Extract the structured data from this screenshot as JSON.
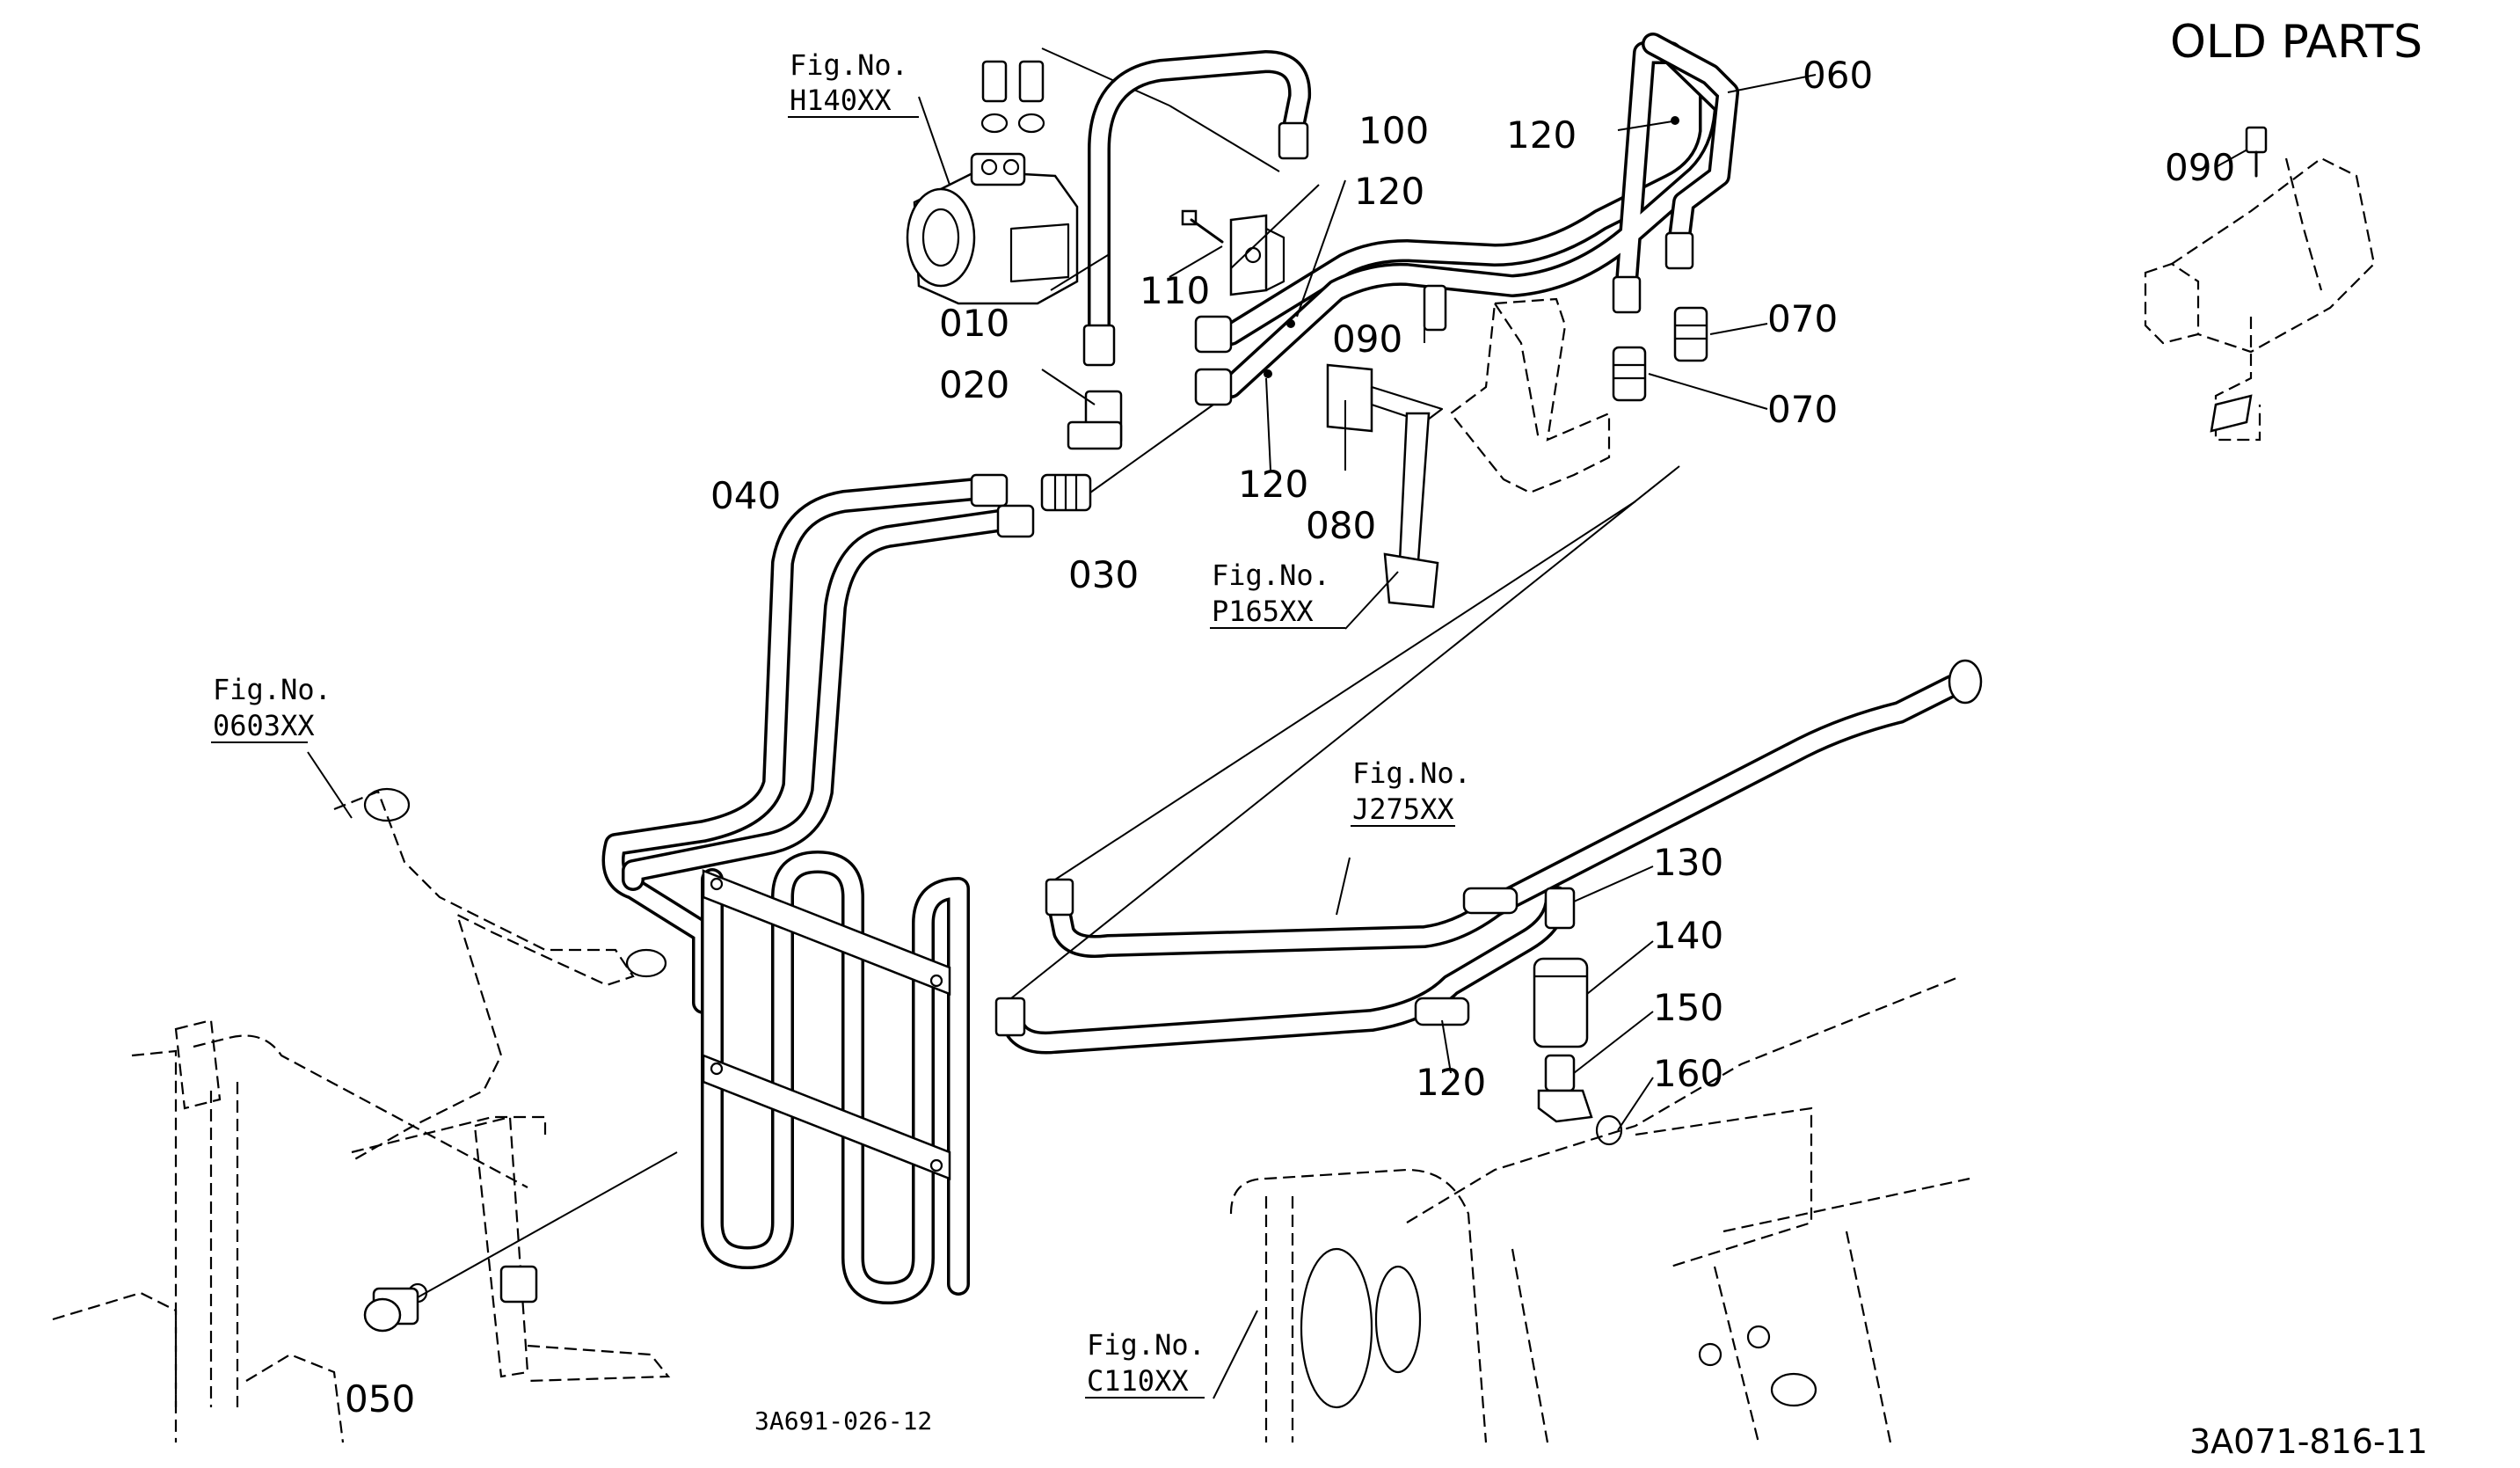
{
  "title": "OLD PARTS",
  "codes": {
    "left": "3A691-026-12",
    "right": "3A071-816-11"
  },
  "callouts": {
    "c010": "010",
    "c020": "020",
    "c030": "030",
    "c040": "040",
    "c050": "050",
    "c060": "060",
    "c070a": "070",
    "c070b": "070",
    "c080": "080",
    "c090": "090",
    "c090_old": "090",
    "c100": "100",
    "c110": "110",
    "c120a": "120",
    "c120b": "120",
    "c120c": "120",
    "c120d": "120",
    "c130": "130",
    "c140": "140",
    "c150": "150",
    "c160": "160"
  },
  "figure_refs": [
    {
      "prefix": "Fig.No.",
      "code": "H140XX"
    },
    {
      "prefix": "Fig.No.",
      "code": "P165XX"
    },
    {
      "prefix": "Fig.No.",
      "code": "0603XX"
    },
    {
      "prefix": "Fig.No.",
      "code": "J275XX"
    },
    {
      "prefix": "Fig.No.",
      "code": "C110XX"
    }
  ]
}
